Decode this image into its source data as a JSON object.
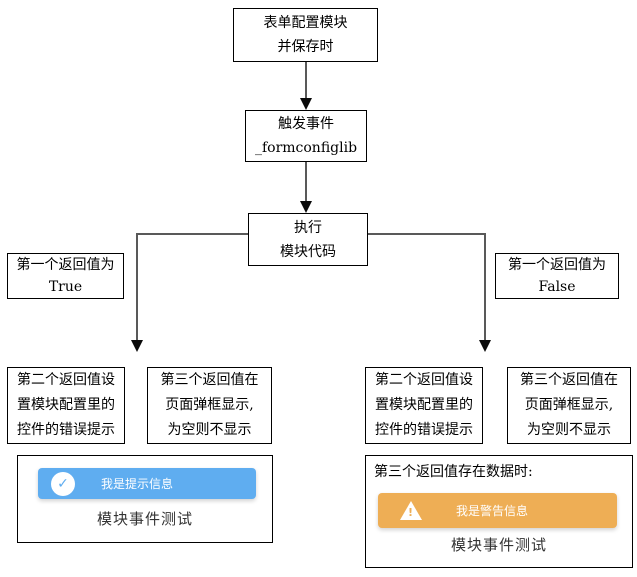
{
  "colors": {
    "info_toast": "#5fadf0",
    "warning_toast": "#eeae55",
    "line": "#595959",
    "border": "#000000"
  },
  "flowchart": {
    "start": {
      "line1": "表单配置模块",
      "line2": "并保存时"
    },
    "trigger": {
      "line1": "触发事件",
      "line2": "_formconfiglib"
    },
    "execute": {
      "line1": "执行",
      "line2": "模块代码"
    },
    "true_label": {
      "line1": "第一个返回值为",
      "line2": "True"
    },
    "false_label": {
      "line1": "第一个返回值为",
      "line2": "False"
    },
    "second_return": {
      "line1": "第二个返回值设",
      "line2": "置模块配置里的",
      "line3": "控件的错误提示"
    },
    "third_return": {
      "line1": "第三个返回值在",
      "line2": "页面弹框显示,",
      "line3": "为空则不显示"
    }
  },
  "preview_true": {
    "toast_text": "我是提示信息",
    "caption": "模块事件测试"
  },
  "preview_false": {
    "heading": "第三个返回值存在数据时:",
    "toast_text": "我是警告信息",
    "caption": "模块事件测试"
  }
}
